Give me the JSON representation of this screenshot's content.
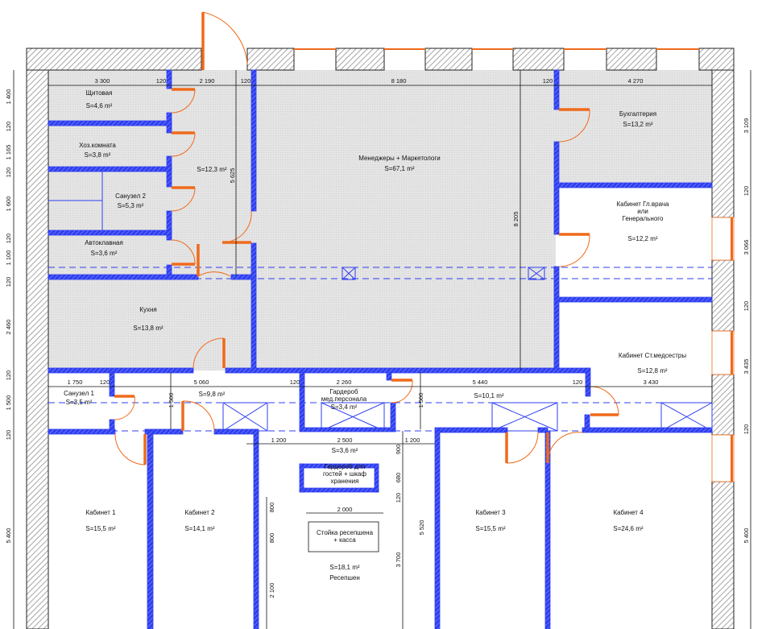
{
  "colors": {
    "wall": "#2f3ff0",
    "door": "#f06a1a",
    "ext_hatch": "#777777",
    "floor_gray": "#e6e6e6"
  },
  "rooms": [
    {
      "name": "Щитовая",
      "area": "S=4,6 m²"
    },
    {
      "name": "Хоз.комната",
      "area": "S=3,8 m²"
    },
    {
      "name": "Санузел 2",
      "area": "S=5,3 m²"
    },
    {
      "name": "Автоклавная",
      "area": "S=3,6 m²"
    },
    {
      "name": "Кухня",
      "area": "S=13,8 m²"
    },
    {
      "name": "",
      "area": "S=12,3 m²"
    },
    {
      "name": "Менеджеры + Маркетологи",
      "area": "S=67,1 m²"
    },
    {
      "name": "Бухгалтерия",
      "area": "S=13,2 m²"
    },
    {
      "name": "Кабинет Гл.врача",
      "name2": "или",
      "name3": "Генерального",
      "area": "S=12,2 m²"
    },
    {
      "name": "Кабинет Ст.медсестры",
      "area": "S=12,8 m²"
    },
    {
      "name": "Санузел 1",
      "area": "S=3,5 m²"
    },
    {
      "name": "",
      "area": "S=9,8 m²"
    },
    {
      "name": "Гардероб",
      "name2": "мед.персонала",
      "area": "S=3,4 m²"
    },
    {
      "name": "",
      "area": "S=10,1 m²"
    },
    {
      "name": "",
      "area": "S=3,6 m²"
    },
    {
      "name": "Гардероб для",
      "name2": "гостей + шкаф",
      "name3": "хранения"
    },
    {
      "name": "Стойка ресепшена",
      "name2": "+ касса"
    },
    {
      "name": "Ресепшен",
      "area": "S=18,1 m²"
    },
    {
      "name": "Кабинет 1",
      "area": "S=15,5 m²"
    },
    {
      "name": "Кабинет 2",
      "area": "S=14,1 m²"
    },
    {
      "name": "Кабинет 3",
      "area": "S=15,5 m²"
    },
    {
      "name": "Кабинет 4",
      "area": "S=24,6 m²"
    }
  ],
  "dims": {
    "top": [
      "3 300",
      "120",
      "2 190",
      "120",
      "8 180",
      "120",
      "4 270"
    ],
    "left": [
      "1 400",
      "120",
      "1 165",
      "120",
      "1 600",
      "120",
      "1 100",
      "120",
      "2 460",
      "120",
      "1 500",
      "120",
      "5 400"
    ],
    "right": [
      "3 109",
      "120",
      "3 066",
      "120",
      "3 435",
      "120",
      "5 400"
    ],
    "mid": [
      "1 750",
      "120",
      "5 060",
      "120",
      "2 260",
      "5 440",
      "120",
      "3 430"
    ],
    "reception_row": [
      "1 200",
      "2 500",
      "1 200"
    ],
    "other_vertical": [
      "5 625",
      "8 205",
      "1 500",
      "1 500",
      "900",
      "680",
      "120",
      "5 520",
      "3 700",
      "800",
      "800",
      "2 100"
    ],
    "desk_width": "2 000"
  }
}
